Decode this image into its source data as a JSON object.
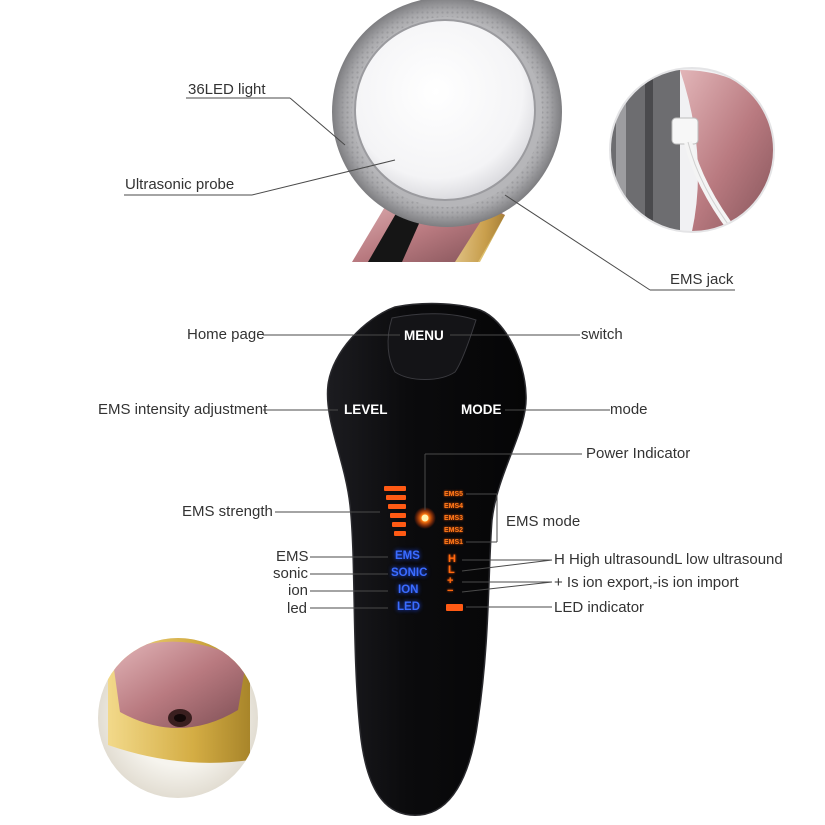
{
  "callouts": {
    "led_light": "36LED light",
    "ultrasonic_probe": "Ultrasonic probe",
    "ems_jack": "EMS jack",
    "home_page": "Home page",
    "switch": "switch",
    "ems_intensity": "EMS intensity adjustment",
    "mode": "mode",
    "power_indicator": "Power Indicator",
    "ems_strength": "EMS strength",
    "ems_mode": "EMS mode",
    "ems": "EMS",
    "sonic": "sonic",
    "ion": "ion",
    "led": "led",
    "ultrasound_hl": "H  High ultrasoundL   low   ultrasound",
    "ion_export_import": "+ Is ion export,-is ion import",
    "led_indicator": "LED indicator"
  },
  "device_buttons": {
    "menu": "MENU",
    "level": "LEVEL",
    "mode": "MODE",
    "ems": "EMS",
    "sonic": "SONIC",
    "ion": "ION",
    "led": "LED"
  },
  "ems_mode_indicators": [
    "EMS5",
    "EMS4",
    "EMS3",
    "EMS2",
    "EMS1"
  ],
  "ultrasound_indicators": {
    "high": "H",
    "low": "L"
  },
  "ion_indicators": {
    "plus": "+",
    "minus": "−"
  },
  "colors": {
    "device_body": "#0d0d0f",
    "indicator_orange": "#ff5a14",
    "indicator_blue": "#3a6cff",
    "rose_gold": "#c98d92",
    "gold": "#d9b24a",
    "label_text": "#333333"
  }
}
